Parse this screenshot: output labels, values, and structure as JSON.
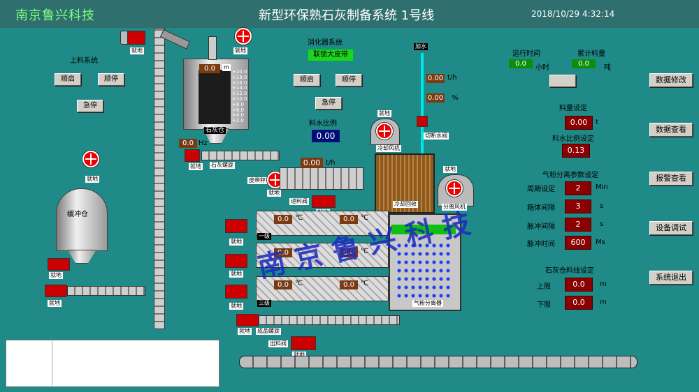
{
  "header": {
    "brand": "南京鲁兴科技",
    "title": "新型环保熟石灰制备系统 1号线",
    "datetime": "2018/10/29 4:32:14"
  },
  "feed_system": {
    "label": "上料系统",
    "start": "顺启",
    "stop": "顺停",
    "estop": "急停"
  },
  "digester_system": {
    "label": "消化器系统",
    "interlock": "联锁大皮带",
    "start": "顺启",
    "stop": "顺停",
    "estop": "急停",
    "water_ratio_label": "料水比例",
    "water_ratio_value": "0.00"
  },
  "run": {
    "time_label": "运行时间",
    "time_value": "0.0",
    "time_unit": "小时",
    "total_label": "累计料量",
    "total_value": "0.0",
    "total_unit": "吨"
  },
  "settings": {
    "amount_label": "料量设定",
    "amount_value": "0.00",
    "amount_unit": "t",
    "ratio_label": "料水比例设定",
    "ratio_value": "0.13",
    "separator_label": "气粉分离参数设定",
    "period_label": "周期设定",
    "period_value": "2",
    "period_unit": "Min",
    "interval_label": "箱体间隔",
    "interval_value": "3",
    "interval_unit": "s",
    "pulse_interval_label": "脉冲间隔",
    "pulse_interval_value": "2",
    "pulse_interval_unit": "s",
    "pulse_time_label": "脉冲时间",
    "pulse_time_value": "600",
    "pulse_time_unit": "Ms",
    "silo_label": "石灰仓料线设定",
    "upper_label": "上限",
    "upper_value": "0.0",
    "upper_unit": "m",
    "lower_label": "下限",
    "lower_value": "0.0",
    "lower_unit": "m"
  },
  "side_buttons": {
    "modify": "数据修改",
    "view": "数据查看",
    "alarm": "报警查看",
    "debug": "设备调试",
    "exit": "系统退出"
  },
  "process": {
    "lime_silo": "石灰仓",
    "lime_level": "0.0",
    "lime_level_unit": "m",
    "scale": [
      "+20.0",
      "+18.0",
      "+16.0",
      "+14.0",
      "+12.0",
      "+10.0",
      "+8.0",
      "+6.0",
      "+4.0",
      "+2.0"
    ],
    "buffer_silo": "缓冲仓",
    "screw_freq": "0.0",
    "screw_freq_unit": "Hz",
    "lime_screw": "石灰螺旋",
    "belt_scale": "皮带秤",
    "belt_value": "0.00",
    "belt_unit": "t/h",
    "feed_valve": "进料阀",
    "add_water": "加水",
    "water_flow": "0.00",
    "water_flow_unit": "t/h",
    "valve_pct": "0.00",
    "valve_pct_unit": "%",
    "cut_valve": "切断水阀",
    "cool_fan": "冷却风机",
    "cool_recycle": "冷却回收",
    "sep_fan": "分离风机",
    "stage1": "一级",
    "stage3": "三级",
    "temps": [
      "0.0",
      "0.0",
      "0.0",
      "0.0",
      "0.0",
      "0.0"
    ],
    "temp_unit": "℃",
    "separator": "气粉分离器",
    "product_screw": "成品螺旋",
    "discharge_valve": "出料阀",
    "local": "就地"
  },
  "watermark": "南京鲁兴科技"
}
